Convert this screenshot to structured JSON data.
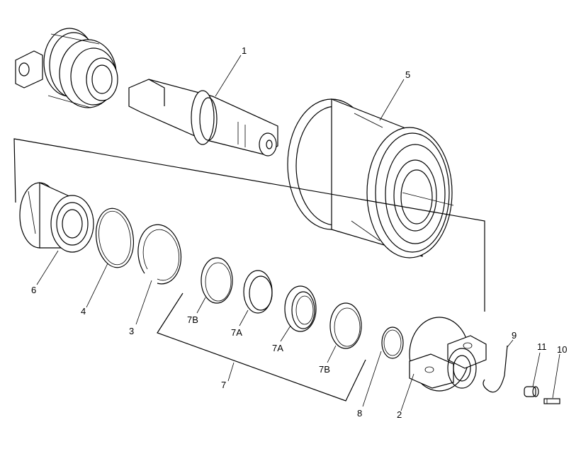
{
  "callouts": {
    "c1": "1",
    "c2": "2",
    "c3": "3",
    "c4": "4",
    "c5": "5",
    "c6": "6",
    "c7": "7",
    "c7a_1": "7A",
    "c7a_2": "7A",
    "c7b_1": "7B",
    "c7b_2": "7B",
    "c8": "8",
    "c9": "9",
    "c10": "10",
    "c11": "11"
  }
}
